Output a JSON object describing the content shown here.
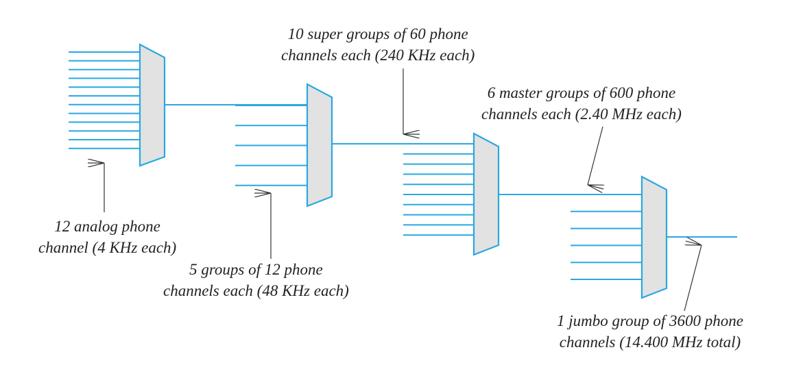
{
  "colors": {
    "line": "#29a8e0",
    "mux_fill": "#e2e2e2",
    "arrow": "#333333",
    "text": "#222222"
  },
  "stages": [
    {
      "name": "analog-channels",
      "inputs": 12,
      "caption": [
        "12 analog phone",
        "channel (4 KHz each)"
      ]
    },
    {
      "name": "groups",
      "inputs": 5,
      "caption": [
        "5 groups of 12 phone",
        "channels each (48 KHz each)"
      ]
    },
    {
      "name": "super-groups",
      "inputs": 10,
      "caption": [
        "10 super groups of 60 phone",
        "channels each (240 KHz each)"
      ]
    },
    {
      "name": "master-groups",
      "inputs": 6,
      "caption": [
        "6 master groups of 600 phone",
        "channels each (2.40 MHz each)"
      ]
    },
    {
      "name": "jumbo-group",
      "inputs": 1,
      "caption": [
        "1 jumbo group of 3600 phone",
        "channels (14.400 MHz total)"
      ]
    }
  ]
}
